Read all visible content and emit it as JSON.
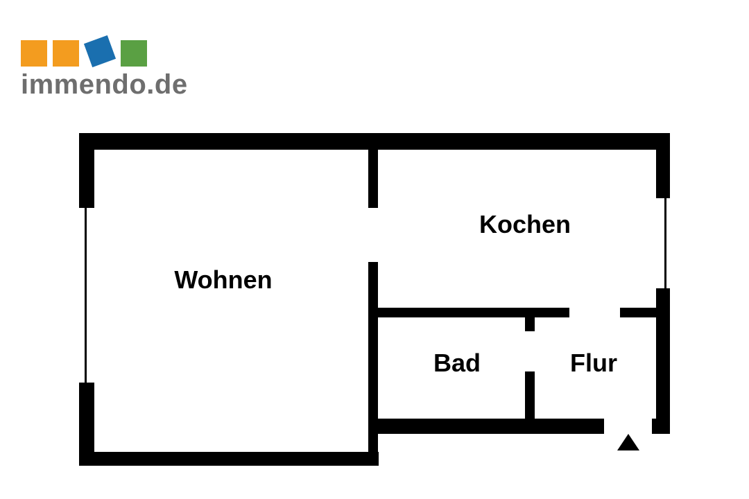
{
  "logo": {
    "text": "immendo.de",
    "text_color": "#6e6e6e",
    "squares": [
      {
        "name": "orange-square-1",
        "color": "#f39c1f"
      },
      {
        "name": "orange-square-2",
        "color": "#f39c1f"
      },
      {
        "name": "blue-square",
        "color": "#1a6faf"
      },
      {
        "name": "green-square",
        "color": "#5aa043"
      }
    ]
  },
  "floorplan": {
    "wall_color": "#000000",
    "rooms": {
      "wohnen": "Wohnen",
      "kochen": "Kochen",
      "bad": "Bad",
      "flur": "Flur"
    },
    "entrance": "entrance-arrow-icon"
  }
}
